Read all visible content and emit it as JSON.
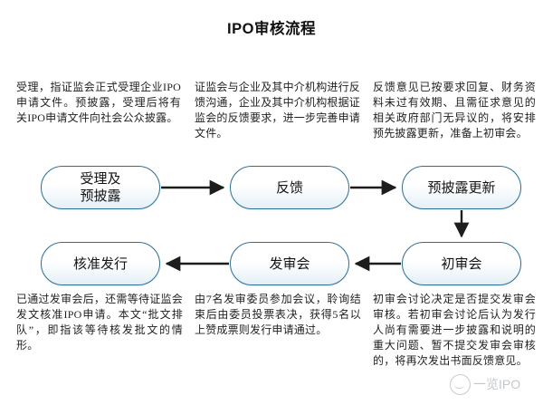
{
  "page": {
    "title": "IPO审核流程",
    "background_color": "#ffffff"
  },
  "theme": {
    "node_border_color": "#2f6f92",
    "node_fill_top": "#ffffff",
    "node_fill_bottom": "#e3eff6",
    "connector_color": "#1d1d1d",
    "text_color": "#1f1f1f"
  },
  "notes": {
    "top": [
      {
        "id": "note-acceptance-predisclosure",
        "text": "受理，指证监会正式受理企业IPO申请文件。预披露，受理后将有关IPO申请文件向社会公众披露。"
      },
      {
        "id": "note-feedback",
        "text": "证监会与企业及其中介机构进行反馈沟通，企业及其中介机构根据证监会的反馈要求，进一步完善申请文件。"
      },
      {
        "id": "note-predisclosure-update",
        "text": "反馈意见已按要求回复、财务资料未过有效期、且需征求意见的相关政府部门无异议的，将安排预先披露更新，准备上初审会。"
      }
    ],
    "bottom": [
      {
        "id": "note-approval-issue",
        "text": "已通过发审会后，还需等待证监会发文核准IPO申请。本文“批文排队”，即指该等待核发批文的情形。"
      },
      {
        "id": "note-issuance-committee",
        "text": "由7名发审委员参加会议，聆询结束后由委员投票表决，获得5名以上赞成票则发行申请通过。"
      },
      {
        "id": "note-preliminary-review",
        "text": "初审会讨论决定是否提交发审会审核。若初审会讨论后认为发行人尚有需要进一步披露和说明的重大问题、暂不提交发审会审核的，将再次发出书面反馈意见。"
      }
    ]
  },
  "flow": {
    "nodes": [
      {
        "id": "node-acceptance-predisclosure",
        "label": "受理及\n预披露",
        "row": 1,
        "col": 1
      },
      {
        "id": "node-feedback",
        "label": "反馈",
        "row": 1,
        "col": 2
      },
      {
        "id": "node-predisclosure-update",
        "label": "预披露更新",
        "row": 1,
        "col": 3
      },
      {
        "id": "node-approval-issue",
        "label": "核准发行",
        "row": 2,
        "col": 1
      },
      {
        "id": "node-issuance-committee",
        "label": "发审会",
        "row": 2,
        "col": 2
      },
      {
        "id": "node-preliminary-review",
        "label": "初审会",
        "row": 2,
        "col": 3
      }
    ],
    "edges": [
      {
        "from": "node-acceptance-predisclosure",
        "to": "node-feedback",
        "direction": "right"
      },
      {
        "from": "node-feedback",
        "to": "node-predisclosure-update",
        "direction": "right"
      },
      {
        "from": "node-predisclosure-update",
        "to": "node-preliminary-review",
        "direction": "down"
      },
      {
        "from": "node-preliminary-review",
        "to": "node-issuance-committee",
        "direction": "left"
      },
      {
        "from": "node-issuance-committee",
        "to": "node-approval-issue",
        "direction": "left"
      }
    ]
  },
  "watermark": {
    "text": "一览IPO",
    "logo": "circle-smile-logo"
  }
}
